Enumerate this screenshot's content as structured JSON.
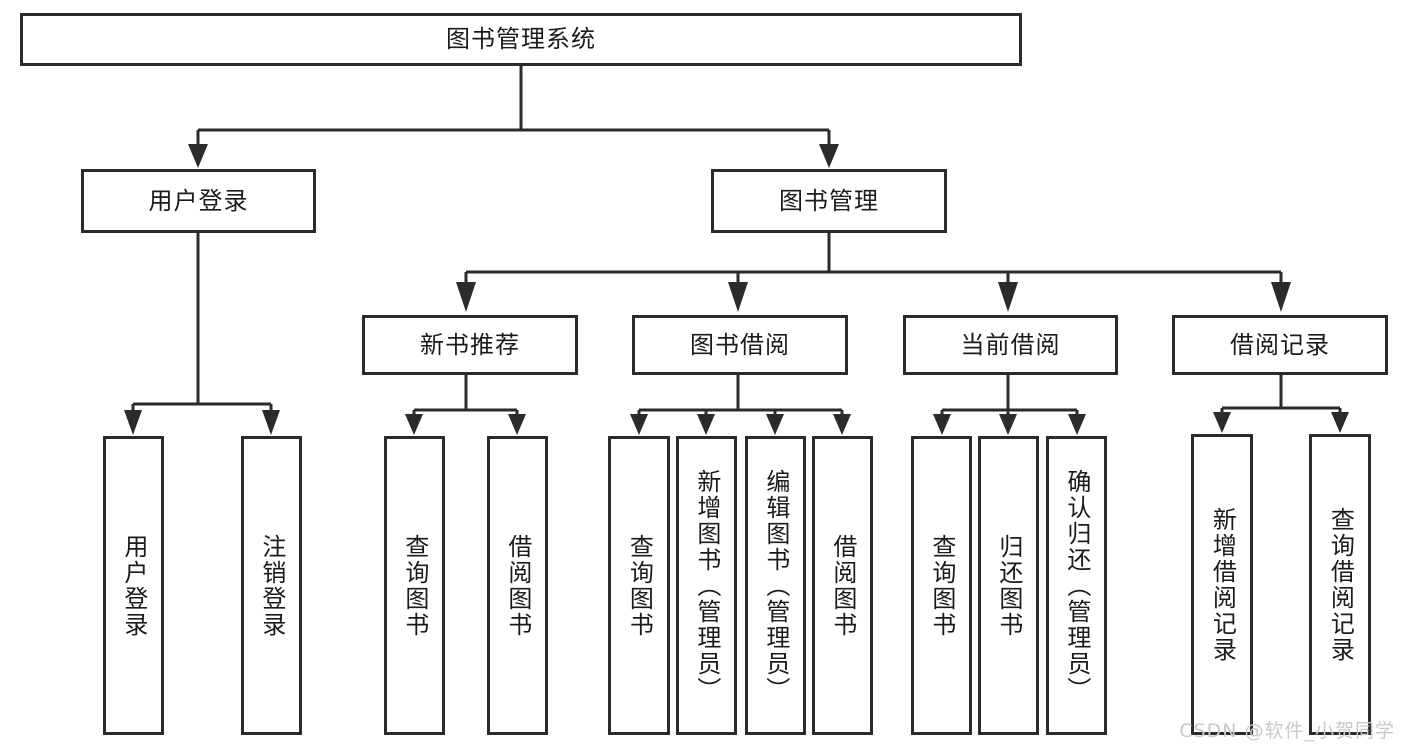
{
  "diagram": {
    "type": "tree",
    "title": "图书管理系统",
    "orientation": "top-down",
    "colors": {
      "stroke": "#2b2b2b",
      "box_fill": "#ffffff",
      "text": "#1b1b1b",
      "background": "#ffffff",
      "watermark": "#c9c9c9"
    }
  },
  "root": {
    "label": "图书管理系统"
  },
  "level2": [
    {
      "label": "用户登录"
    },
    {
      "label": "图书管理"
    }
  ],
  "level3": [
    {
      "label": "新书推荐"
    },
    {
      "label": "图书借阅"
    },
    {
      "label": "当前借阅"
    },
    {
      "label": "借阅记录"
    }
  ],
  "leaves": {
    "user_login": [
      {
        "label": "用户登录"
      },
      {
        "label": "注销登录"
      }
    ],
    "new_book_recommend": [
      {
        "label": "查询图书"
      },
      {
        "label": "借阅图书"
      }
    ],
    "book_borrow": [
      {
        "label": "查询图书"
      },
      {
        "label": "新增图书（管理员）"
      },
      {
        "label": "编辑图书（管理员）"
      },
      {
        "label": "借阅图书"
      }
    ],
    "current_borrow": [
      {
        "label": "查询图书"
      },
      {
        "label": "归还图书"
      },
      {
        "label": "确认归还（管理员）"
      }
    ],
    "borrow_record": [
      {
        "label": "新增借阅记录"
      },
      {
        "label": "查询借阅记录"
      }
    ]
  },
  "watermark": {
    "text": "CSDN @软件_小贺同学"
  }
}
